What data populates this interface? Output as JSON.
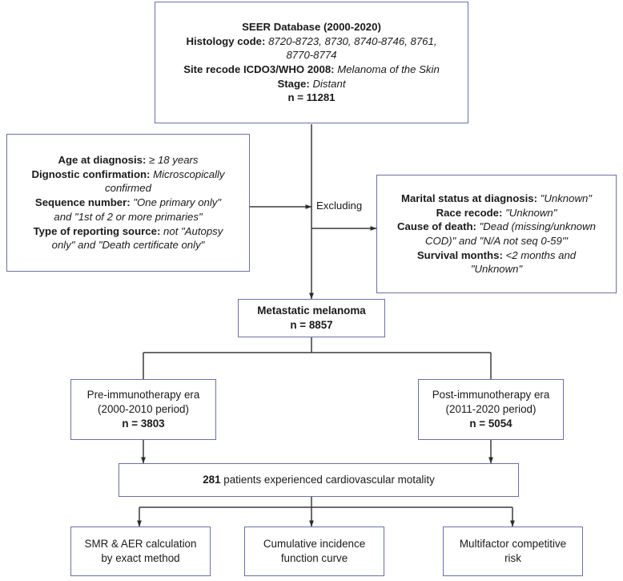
{
  "diagram": {
    "title": "SEER metastatic melanoma cohort selection flowchart",
    "accent_border_color": "#6a71a6",
    "connector_color": "#3b3b3b",
    "background_color": "#ffffff"
  },
  "nodes": {
    "source": {
      "name": "SEER Database source box",
      "lines": [
        {
          "bold": "SEER Database (2000-2020)",
          "italic": ""
        },
        {
          "bold": "Histology code:",
          "italic": "8720-8723, 8730, 8740-8746, 8761,"
        },
        {
          "bold": "",
          "italic": "8770-8774"
        },
        {
          "bold": "Site recode ICDO3/WHO 2008:",
          "italic": "Melanoma of the Skin"
        },
        {
          "bold": "Stage:",
          "italic": "Distant"
        },
        {
          "bold": "n = 11281",
          "italic": ""
        }
      ]
    },
    "inclusion": {
      "name": "Inclusion criteria box",
      "lines": [
        {
          "bold": "Age at diagnosis:",
          "italic": "≥ 18 years"
        },
        {
          "bold": "Dignostic confirmation:",
          "italic": "Microscopically"
        },
        {
          "bold": "",
          "italic": "confirmed"
        },
        {
          "bold": "Sequence number:",
          "italic": "\"One primary only\""
        },
        {
          "bold": "",
          "italic": "and \"1st of 2 or more primaries\""
        },
        {
          "bold": "Type of reporting source:",
          "italic": "not \"Autopsy"
        },
        {
          "bold": "",
          "italic": "only\" and \"Death certificate only\""
        }
      ]
    },
    "exclusion": {
      "name": "Exclusion criteria box",
      "lines": [
        {
          "bold": "Marital status at diagnosis:",
          "italic": "\"Unknown\""
        },
        {
          "bold": "Race recode:",
          "italic": "\"Unknown\""
        },
        {
          "bold": "Cause of death:",
          "italic": "\"Dead (missing/unknown"
        },
        {
          "bold": "",
          "italic": "COD)\" and \"N/A not seq 0-59'\""
        },
        {
          "bold": "Survival months:",
          "italic": "<2 months and"
        },
        {
          "bold": "",
          "italic": "\"Unknown\""
        }
      ]
    },
    "cohort": {
      "name": "Metastatic melanoma cohort box",
      "lines": [
        {
          "bold": "Metastatic melanoma",
          "italic": ""
        },
        {
          "bold": "n = 8857",
          "italic": ""
        }
      ]
    },
    "pre_era": {
      "name": "Pre-immunotherapy era box",
      "lines": [
        {
          "plain": "Pre-immunotherapy era"
        },
        {
          "plain": "(2000-2010 period)"
        },
        {
          "bold": "n = 3803"
        }
      ]
    },
    "post_era": {
      "name": "Post-immunotherapy era box",
      "lines": [
        {
          "plain": "Post-immunotherapy era"
        },
        {
          "plain": "(2011-2020 period)"
        },
        {
          "bold": "n = 5054"
        }
      ]
    },
    "cv_mortality": {
      "name": "Cardiovascular mortality box",
      "count": "281",
      "text": " patients experienced cardiovascular motality"
    },
    "analyses": [
      {
        "name": "smr-aer-analysis",
        "lines": [
          "SMR & AER calculation",
          "by exact method"
        ]
      },
      {
        "name": "cumulative-incidence-analysis",
        "lines": [
          "Cumulative incidence",
          "function curve"
        ]
      },
      {
        "name": "multifactor-analysis",
        "lines": [
          "Multifactor competitive",
          "risk"
        ]
      }
    ]
  },
  "edges": {
    "excluding_label": "Excluding"
  }
}
